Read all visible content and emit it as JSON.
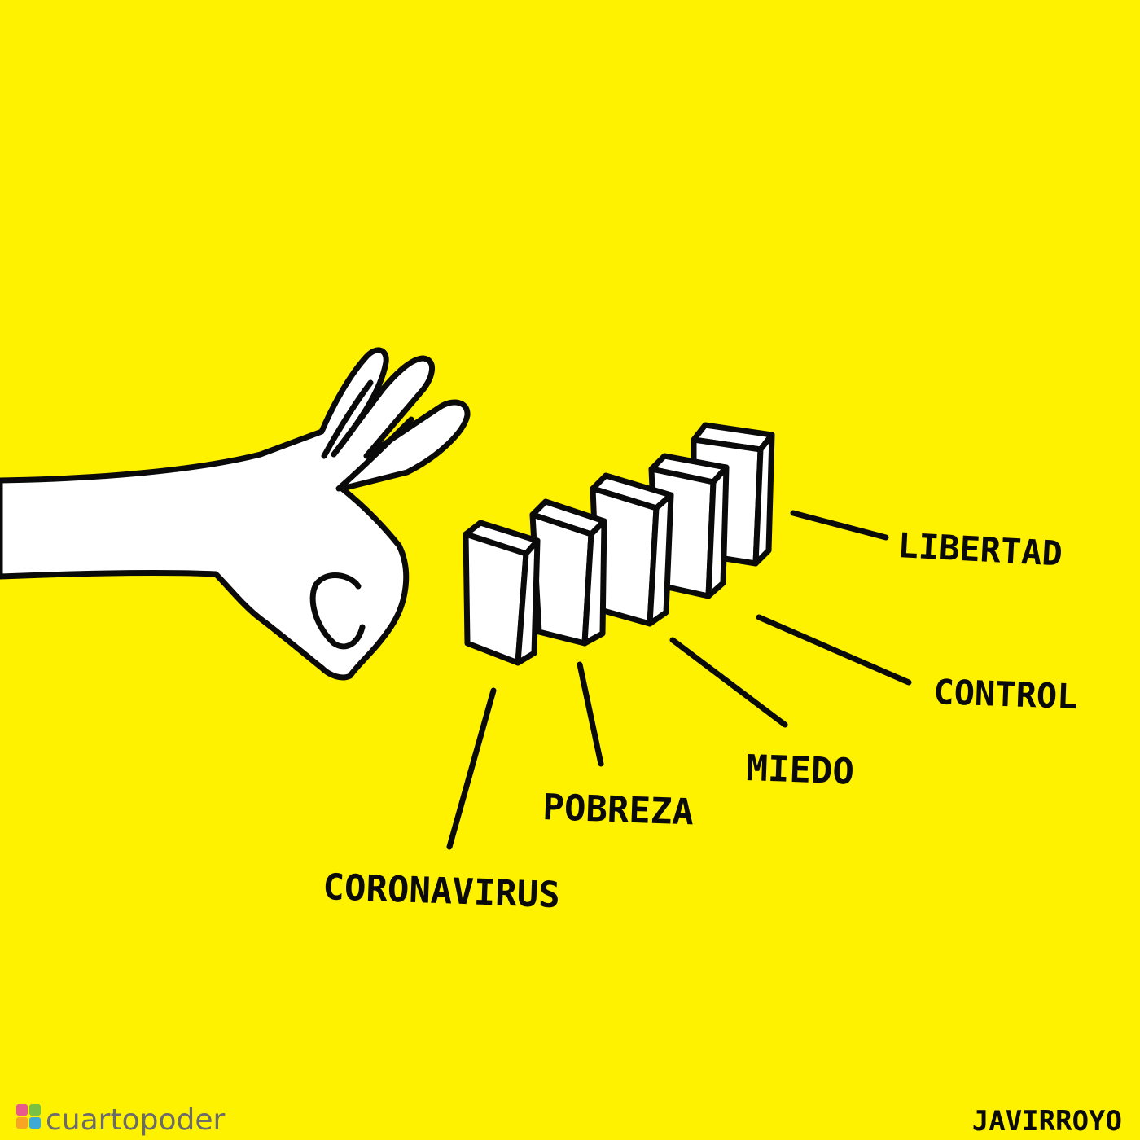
{
  "colors": {
    "background": "#FFF200",
    "ink": "#0a0a0a",
    "paper": "#ffffff",
    "logo_text": "#6b6b6b"
  },
  "cartoon": {
    "dominoes": [
      {
        "label": "CORONAVIRUS"
      },
      {
        "label": "POBREZA"
      },
      {
        "label": "MIEDO"
      },
      {
        "label": "CONTROL"
      },
      {
        "label": "LIBERTAD"
      }
    ]
  },
  "branding": {
    "publication": "cuartopoder",
    "publication_parts": [
      "cuarto",
      "poder"
    ],
    "signature": "JAVIRROYO",
    "logo_icon": "cuartopoder-logo-icon"
  }
}
